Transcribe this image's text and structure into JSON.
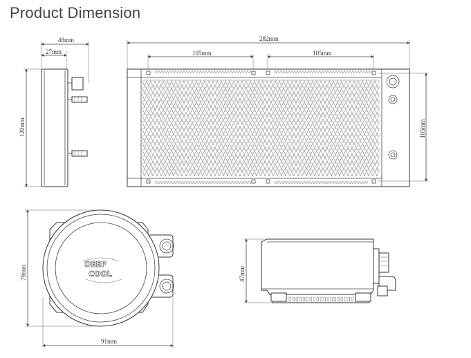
{
  "title": "Product Dimension",
  "logo_text": {
    "line1": "DEEP",
    "line2": "COOL"
  },
  "radiator_side": {
    "width_total": "48mm",
    "width_body": "27mm",
    "height": "120mm"
  },
  "radiator_front": {
    "length": "282mm",
    "fan_spacing_1": "105mm",
    "fan_spacing_2": "105mm",
    "port_spacing": "105mm"
  },
  "pump_top": {
    "height": "79mm",
    "width": "91mm"
  },
  "pump_side": {
    "height": "47mm"
  }
}
